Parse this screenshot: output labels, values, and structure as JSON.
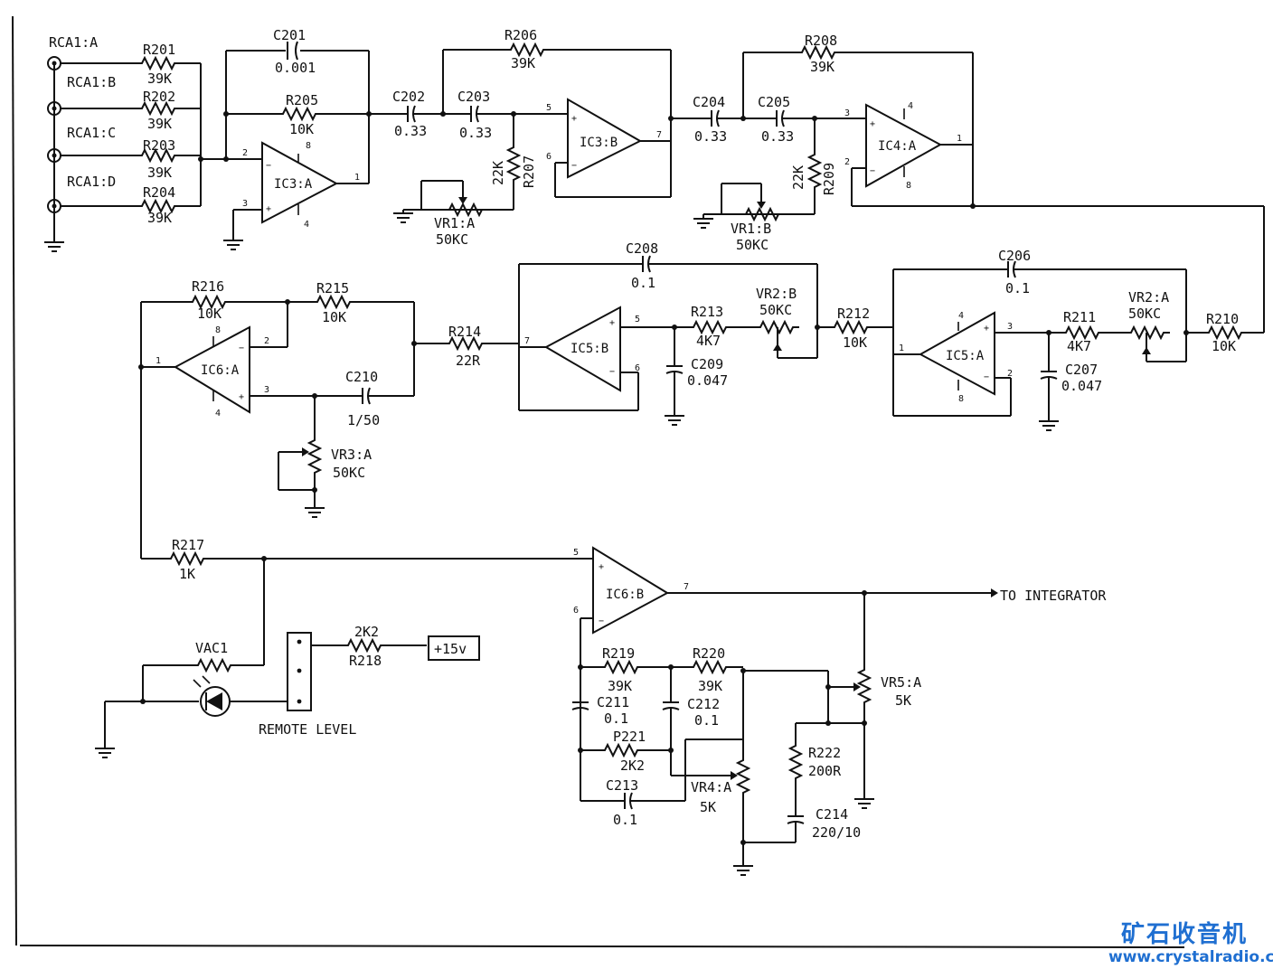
{
  "inputs": {
    "a": "RCA1:A",
    "b": "RCA1:B",
    "c": "RCA1:C",
    "d": "RCA1:D"
  },
  "resistors": {
    "r201": {
      "ref": "R201",
      "val": "39K"
    },
    "r202": {
      "ref": "R202",
      "val": "39K"
    },
    "r203": {
      "ref": "R203",
      "val": "39K"
    },
    "r204": {
      "ref": "R204",
      "val": "39K"
    },
    "r205": {
      "ref": "R205",
      "val": "10K"
    },
    "r206": {
      "ref": "R206",
      "val": "39K"
    },
    "r207": {
      "ref": "R207",
      "val": "22K"
    },
    "r208": {
      "ref": "R208",
      "val": "39K"
    },
    "r209": {
      "ref": "R209",
      "val": "22K"
    },
    "r210": {
      "ref": "R210",
      "val": "10K"
    },
    "r211": {
      "ref": "R211",
      "val": "4K7"
    },
    "r212": {
      "ref": "R212",
      "val": "10K"
    },
    "r213": {
      "ref": "R213",
      "val": "4K7"
    },
    "r214": {
      "ref": "R214",
      "val": "22R"
    },
    "r215": {
      "ref": "R215",
      "val": "10K"
    },
    "r216": {
      "ref": "R216",
      "val": "10K"
    },
    "r217": {
      "ref": "R217",
      "val": "1K"
    },
    "r218": {
      "ref": "R218",
      "val": "2K2"
    },
    "r219": {
      "ref": "R219",
      "val": "39K"
    },
    "r220": {
      "ref": "R220",
      "val": "39K"
    },
    "r221": {
      "ref": "P221",
      "val": "2K2"
    },
    "r222": {
      "ref": "R222",
      "val": "200R"
    }
  },
  "capacitors": {
    "c201": {
      "ref": "C201",
      "val": "0.001"
    },
    "c202": {
      "ref": "C202",
      "val": "0.33"
    },
    "c203": {
      "ref": "C203",
      "val": "0.33"
    },
    "c204": {
      "ref": "C204",
      "val": "0.33"
    },
    "c205": {
      "ref": "C205",
      "val": "0.33"
    },
    "c206": {
      "ref": "C206",
      "val": "0.1"
    },
    "c207": {
      "ref": "C207",
      "val": "0.047"
    },
    "c208": {
      "ref": "C208",
      "val": "0.1"
    },
    "c209": {
      "ref": "C209",
      "val": "0.047"
    },
    "c210": {
      "ref": "C210",
      "val": "1/50"
    },
    "c211": {
      "ref": "C211",
      "val": "0.1"
    },
    "c212": {
      "ref": "C212",
      "val": "0.1"
    },
    "c213": {
      "ref": "C213",
      "val": "0.1"
    },
    "c214": {
      "ref": "C214",
      "val": "220/10"
    }
  },
  "pots": {
    "vr1a": {
      "ref": "VR1:A",
      "val": "50KC"
    },
    "vr1b": {
      "ref": "VR1:B",
      "val": "50KC"
    },
    "vr2a": {
      "ref": "VR2:A",
      "val": "50KC"
    },
    "vr2b": {
      "ref": "VR2:B",
      "val": "50KC"
    },
    "vr3a": {
      "ref": "VR3:A",
      "val": "50KC"
    },
    "vr4a": {
      "ref": "VR4:A",
      "val": "5K"
    },
    "vr5a": {
      "ref": "VR5:A",
      "val": "5K"
    }
  },
  "opamps": {
    "ic3a": "IC3:A",
    "ic3b": "IC3:B",
    "ic4a": "IC4:A",
    "ic5a": "IC5:A",
    "ic5b": "IC5:B",
    "ic6a": "IC6:A",
    "ic6b": "IC6:B"
  },
  "pins": {
    "p1": "1",
    "p2": "2",
    "p3": "3",
    "p4": "4",
    "p5": "5",
    "p6": "6",
    "p7": "7",
    "p8": "8"
  },
  "misc": {
    "vac1": "VAC1",
    "remote_level": "REMOTE LEVEL",
    "supply": "+15v",
    "output": "TO INTEGRATOR"
  },
  "watermark": {
    "cn": "矿石收音机",
    "url": "www.crystalradio.cn"
  }
}
